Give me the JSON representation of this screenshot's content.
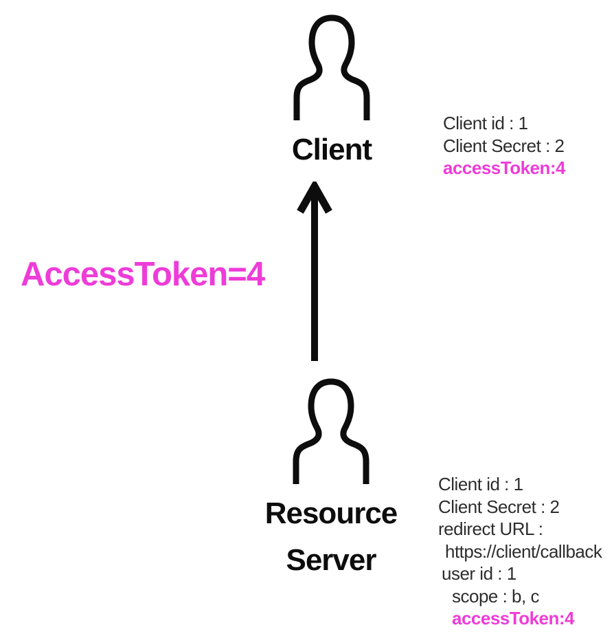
{
  "colors": {
    "background": "#ffffff",
    "ink": "#0d0d0d",
    "text": "#2d2d2d",
    "accent_magenta": "#ee3cd8"
  },
  "message": {
    "label": "AccessToken=4",
    "arrow_direction": "up"
  },
  "actors": {
    "client": {
      "icon": "person-icon",
      "label": "Client"
    },
    "resource_server": {
      "icon": "person-icon",
      "label_lines": [
        "Resource",
        "Server"
      ]
    }
  },
  "client_state": {
    "lines": [
      {
        "text": "Client id : 1",
        "highlight": false,
        "indent": 0
      },
      {
        "text": "Client Secret : 2",
        "highlight": false,
        "indent": 0
      },
      {
        "text": "accessToken:4",
        "highlight": true,
        "indent": 0
      }
    ]
  },
  "resource_server_state": {
    "lines": [
      {
        "text": "Client id : 1",
        "highlight": false,
        "indent": 0
      },
      {
        "text": "Client Secret : 2",
        "highlight": false,
        "indent": 0
      },
      {
        "text": "redirect URL :",
        "highlight": false,
        "indent": 0
      },
      {
        "text": "https://client/callback",
        "highlight": false,
        "indent": 2
      },
      {
        "text": "user id : 1",
        "highlight": false,
        "indent": 1
      },
      {
        "text": "scope : b, c",
        "highlight": false,
        "indent": 3
      },
      {
        "text": "accessToken:4",
        "highlight": true,
        "indent": 3
      }
    ]
  }
}
